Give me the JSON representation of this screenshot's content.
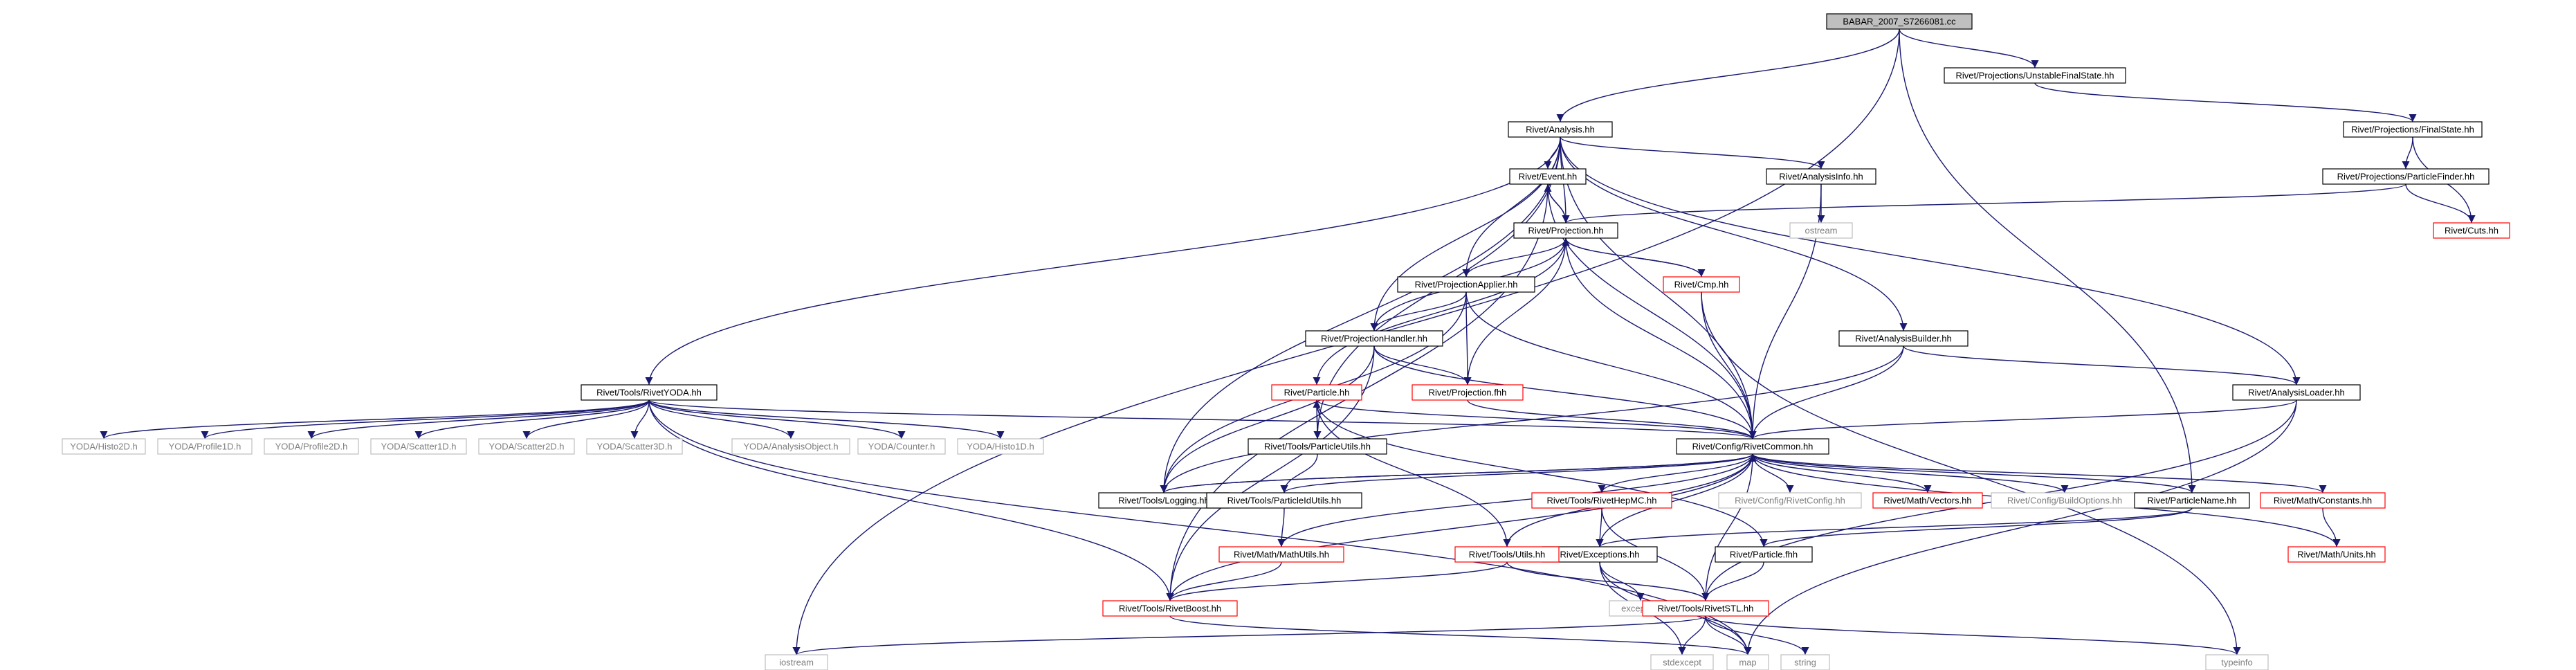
{
  "colors": {
    "background": "#ffffff",
    "edge": "#191970",
    "node_border_black": "#000000",
    "node_border_red": "#ff0000",
    "node_border_gray": "#bfbfbf",
    "root_fill": "#bfbfbf",
    "text": "#000000",
    "text_gray": "#808080"
  },
  "nodes": [
    {
      "id": "root",
      "label": "BABAR_2007_S7266081.cc",
      "style": "root"
    },
    {
      "id": "unstablefs",
      "label": "Rivet/Projections/UnstableFinalState.hh",
      "style": "black"
    },
    {
      "id": "analysis",
      "label": "Rivet/Analysis.hh",
      "style": "black"
    },
    {
      "id": "finalstate",
      "label": "Rivet/Projections/FinalState.hh",
      "style": "black"
    },
    {
      "id": "event",
      "label": "Rivet/Event.hh",
      "style": "black"
    },
    {
      "id": "analysisinfo",
      "label": "Rivet/AnalysisInfo.hh",
      "style": "black"
    },
    {
      "id": "particlefinder",
      "label": "Rivet/Projections/ParticleFinder.hh",
      "style": "black"
    },
    {
      "id": "ostream",
      "label": "ostream",
      "style": "gray"
    },
    {
      "id": "projection",
      "label": "Rivet/Projection.hh",
      "style": "black"
    },
    {
      "id": "cuts",
      "label": "Rivet/Cuts.hh",
      "style": "red"
    },
    {
      "id": "cmp",
      "label": "Rivet/Cmp.hh",
      "style": "red"
    },
    {
      "id": "projapplier",
      "label": "Rivet/ProjectionApplier.hh",
      "style": "black"
    },
    {
      "id": "analysisbuilder",
      "label": "Rivet/AnalysisBuilder.hh",
      "style": "black"
    },
    {
      "id": "projhandler",
      "label": "Rivet/ProjectionHandler.hh",
      "style": "black"
    },
    {
      "id": "projectionfhh",
      "label": "Rivet/Projection.fhh",
      "style": "red"
    },
    {
      "id": "rivetyoda",
      "label": "Rivet/Tools/RivetYODA.hh",
      "style": "black"
    },
    {
      "id": "particle",
      "label": "Rivet/Particle.hh",
      "style": "red"
    },
    {
      "id": "analysisloader",
      "label": "Rivet/AnalysisLoader.hh",
      "style": "black"
    },
    {
      "id": "histo2d",
      "label": "YODA/Histo2D.h",
      "style": "gray"
    },
    {
      "id": "profile1d",
      "label": "YODA/Profile1D.h",
      "style": "gray"
    },
    {
      "id": "profile2d",
      "label": "YODA/Profile2D.h",
      "style": "gray"
    },
    {
      "id": "scatter1d",
      "label": "YODA/Scatter1D.h",
      "style": "gray"
    },
    {
      "id": "scatter2d",
      "label": "YODA/Scatter2D.h",
      "style": "gray"
    },
    {
      "id": "scatter3d",
      "label": "YODA/Scatter3D.h",
      "style": "gray"
    },
    {
      "id": "analysisobject",
      "label": "YODA/AnalysisObject.h",
      "style": "gray"
    },
    {
      "id": "counter",
      "label": "YODA/Counter.h",
      "style": "gray"
    },
    {
      "id": "histo1d",
      "label": "YODA/Histo1D.h",
      "style": "gray"
    },
    {
      "id": "particleutils",
      "label": "Rivet/Tools/ParticleUtils.hh",
      "style": "black"
    },
    {
      "id": "rivetcommon",
      "label": "Rivet/Config/RivetCommon.hh",
      "style": "black"
    },
    {
      "id": "logging",
      "label": "Rivet/Tools/Logging.hh",
      "style": "black"
    },
    {
      "id": "particleidutils",
      "label": "Rivet/Tools/ParticleIdUtils.hh",
      "style": "black"
    },
    {
      "id": "rivethepmc",
      "label": "Rivet/Tools/RivetHepMC.hh",
      "style": "red"
    },
    {
      "id": "rivetconfig",
      "label": "Rivet/Config/RivetConfig.hh",
      "style": "gray"
    },
    {
      "id": "vectors",
      "label": "Rivet/Math/Vectors.hh",
      "style": "red"
    },
    {
      "id": "buildoptions",
      "label": "Rivet/Config/BuildOptions.hh",
      "style": "gray"
    },
    {
      "id": "particlename",
      "label": "Rivet/ParticleName.hh",
      "style": "black"
    },
    {
      "id": "constants",
      "label": "Rivet/Math/Constants.hh",
      "style": "red"
    },
    {
      "id": "mathutils",
      "label": "Rivet/Math/MathUtils.hh",
      "style": "red"
    },
    {
      "id": "exceptions",
      "label": "Rivet/Exceptions.hh",
      "style": "black"
    },
    {
      "id": "particlefhh",
      "label": "Rivet/Particle.fhh",
      "style": "black"
    },
    {
      "id": "units",
      "label": "Rivet/Math/Units.hh",
      "style": "red"
    },
    {
      "id": "utils",
      "label": "Rivet/Tools/Utils.hh",
      "style": "red"
    },
    {
      "id": "rivetboost",
      "label": "Rivet/Tools/RivetBoost.hh",
      "style": "red"
    },
    {
      "id": "exception",
      "label": "exception",
      "style": "gray"
    },
    {
      "id": "rivetstl",
      "label": "Rivet/Tools/RivetSTL.hh",
      "style": "red"
    },
    {
      "id": "iostream",
      "label": "iostream",
      "style": "gray"
    },
    {
      "id": "stdexcept",
      "label": "stdexcept",
      "style": "gray"
    },
    {
      "id": "map",
      "label": "map",
      "style": "gray"
    },
    {
      "id": "string",
      "label": "string",
      "style": "gray"
    },
    {
      "id": "typeinfo",
      "label": "typeinfo",
      "style": "gray"
    }
  ],
  "edges": [
    [
      "root",
      "analysis"
    ],
    [
      "root",
      "unstablefs"
    ],
    [
      "root",
      "particlename"
    ],
    [
      "root",
      "iostream"
    ],
    [
      "unstablefs",
      "finalstate"
    ],
    [
      "finalstate",
      "particlefinder"
    ],
    [
      "finalstate",
      "cuts"
    ],
    [
      "particlefinder",
      "cuts"
    ],
    [
      "particlefinder",
      "projection"
    ],
    [
      "analysis",
      "event"
    ],
    [
      "analysis",
      "analysisinfo"
    ],
    [
      "analysis",
      "projection"
    ],
    [
      "analysis",
      "projapplier"
    ],
    [
      "analysis",
      "projhandler"
    ],
    [
      "analysis",
      "analysisbuilder"
    ],
    [
      "analysis",
      "analysisloader"
    ],
    [
      "analysis",
      "rivetyoda"
    ],
    [
      "analysis",
      "particleutils"
    ],
    [
      "analysis",
      "logging"
    ],
    [
      "analysis",
      "rivetcommon"
    ],
    [
      "event",
      "projection"
    ],
    [
      "event",
      "rivetcommon"
    ],
    [
      "event",
      "rivetboost"
    ],
    [
      "analysisinfo",
      "ostream"
    ],
    [
      "analysisinfo",
      "rivetcommon"
    ],
    [
      "projection",
      "event"
    ],
    [
      "projection",
      "cmp"
    ],
    [
      "projection",
      "projapplier"
    ],
    [
      "projection",
      "projhandler"
    ],
    [
      "projection",
      "projectionfhh"
    ],
    [
      "projection",
      "particle"
    ],
    [
      "projection",
      "rivetcommon"
    ],
    [
      "cmp",
      "projection"
    ],
    [
      "cmp",
      "rivetcommon"
    ],
    [
      "cmp",
      "typeinfo"
    ],
    [
      "projapplier",
      "projhandler"
    ],
    [
      "projapplier",
      "projectionfhh"
    ],
    [
      "projapplier",
      "rivetcommon"
    ],
    [
      "projapplier",
      "logging"
    ],
    [
      "projhandler",
      "projectionfhh"
    ],
    [
      "projhandler",
      "rivetcommon"
    ],
    [
      "projhandler",
      "logging"
    ],
    [
      "projhandler",
      "rivetboost"
    ],
    [
      "projectionfhh",
      "rivetcommon"
    ],
    [
      "analysisbuilder",
      "analysisloader"
    ],
    [
      "analysisbuilder",
      "rivetcommon"
    ],
    [
      "analysisbuilder",
      "logging"
    ],
    [
      "analysisloader",
      "rivetcommon"
    ],
    [
      "analysisloader",
      "rivetstl"
    ],
    [
      "analysisloader",
      "map"
    ],
    [
      "rivetyoda",
      "histo2d"
    ],
    [
      "rivetyoda",
      "profile1d"
    ],
    [
      "rivetyoda",
      "profile2d"
    ],
    [
      "rivetyoda",
      "scatter1d"
    ],
    [
      "rivetyoda",
      "scatter2d"
    ],
    [
      "rivetyoda",
      "scatter3d"
    ],
    [
      "rivetyoda",
      "analysisobject"
    ],
    [
      "rivetyoda",
      "counter"
    ],
    [
      "rivetyoda",
      "histo1d"
    ],
    [
      "rivetyoda",
      "rivetcommon"
    ],
    [
      "rivetyoda",
      "rivetboost"
    ],
    [
      "rivetyoda",
      "map"
    ],
    [
      "particle",
      "particleutils"
    ],
    [
      "particle",
      "rivetcommon"
    ],
    [
      "particle",
      "particlefhh"
    ],
    [
      "particle",
      "utils"
    ],
    [
      "particleutils",
      "particle"
    ],
    [
      "particleutils",
      "particleidutils"
    ],
    [
      "rivetcommon",
      "logging"
    ],
    [
      "rivetcommon",
      "particleidutils"
    ],
    [
      "rivetcommon",
      "rivethepmc"
    ],
    [
      "rivetcommon",
      "rivetconfig"
    ],
    [
      "rivetcommon",
      "vectors"
    ],
    [
      "rivetcommon",
      "buildoptions"
    ],
    [
      "rivetcommon",
      "particlename"
    ],
    [
      "rivetcommon",
      "constants"
    ],
    [
      "rivetcommon",
      "mathutils"
    ],
    [
      "rivetcommon",
      "exceptions"
    ],
    [
      "rivetcommon",
      "units"
    ],
    [
      "rivetcommon",
      "utils"
    ],
    [
      "rivetcommon",
      "rivetboost"
    ],
    [
      "rivetcommon",
      "rivetstl"
    ],
    [
      "logging",
      "rivetcommon"
    ],
    [
      "particleidutils",
      "mathutils"
    ],
    [
      "rivethepmc",
      "exceptions"
    ],
    [
      "rivethepmc",
      "rivetstl"
    ],
    [
      "particlename",
      "exceptions"
    ],
    [
      "particlename",
      "particlefhh"
    ],
    [
      "constants",
      "units"
    ],
    [
      "mathutils",
      "rivetboost"
    ],
    [
      "exceptions",
      "exception"
    ],
    [
      "exceptions",
      "stdexcept"
    ],
    [
      "exceptions",
      "map"
    ],
    [
      "particlefhh",
      "rivetstl"
    ],
    [
      "utils",
      "rivetboost"
    ],
    [
      "utils",
      "rivetstl"
    ],
    [
      "rivetboost",
      "map"
    ],
    [
      "rivetstl",
      "iostream"
    ],
    [
      "rivetstl",
      "stdexcept"
    ],
    [
      "rivetstl",
      "map"
    ],
    [
      "rivetstl",
      "string"
    ],
    [
      "rivetstl",
      "typeinfo"
    ]
  ]
}
